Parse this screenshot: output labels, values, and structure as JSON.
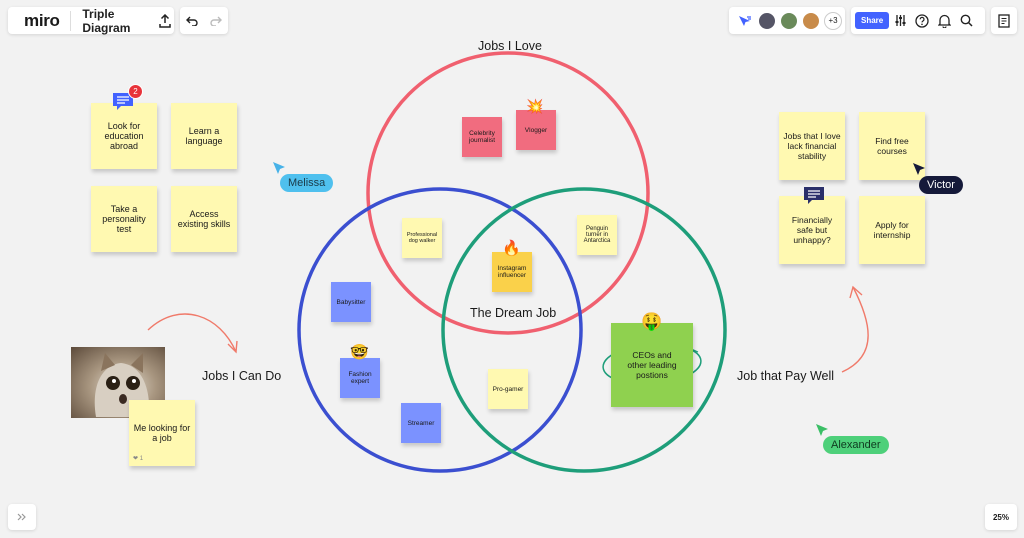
{
  "app": {
    "logo": "miro",
    "board_title": "Triple Diagram"
  },
  "toolbar": {
    "share_label": "Share",
    "collaborators_more": "+3",
    "zoom": "25%"
  },
  "colors": {
    "accent": "#4262ff",
    "pink_circle": "#f0606f",
    "blue_circle": "#3b4fd0",
    "green_circle": "#1e9e7a"
  },
  "circle_labels": {
    "top": "Jobs I Love",
    "left": "Jobs I Can Do",
    "right": "Job that Pay Well",
    "center": "The Dream Job"
  },
  "left_notes": [
    "Look for education abroad",
    "Learn a language",
    "Take a personality test",
    "Access existing skills"
  ],
  "right_notes": [
    "Jobs that I love lack financial stability",
    "Find free courses",
    "Financially safe but unhappy?",
    "Apply for internship"
  ],
  "meme_note": "Me looking for a job",
  "meme_note_reactions": "❤ 1",
  "comment_badge": "2",
  "venn_notes": {
    "celebrity": "Celebrity journalist",
    "vlogger": "Vlogger",
    "dogwalker": "Professional dog walker",
    "penguin": "Penguin turner in Antarctica",
    "instagram": "Instagram influencer",
    "babysitter": "Babysitter",
    "fashion": "Fashion expert",
    "streamer": "Streamer",
    "progamer": "Pro-gamer",
    "ceos": "CEOs and other leading postions"
  },
  "cursors": {
    "melissa": "Melissa",
    "victor": "Victor",
    "alexander": "Alexander"
  },
  "emojis": {
    "fire": "🔥",
    "nerd": "🤓",
    "money": "🤑",
    "boom": "💥"
  }
}
